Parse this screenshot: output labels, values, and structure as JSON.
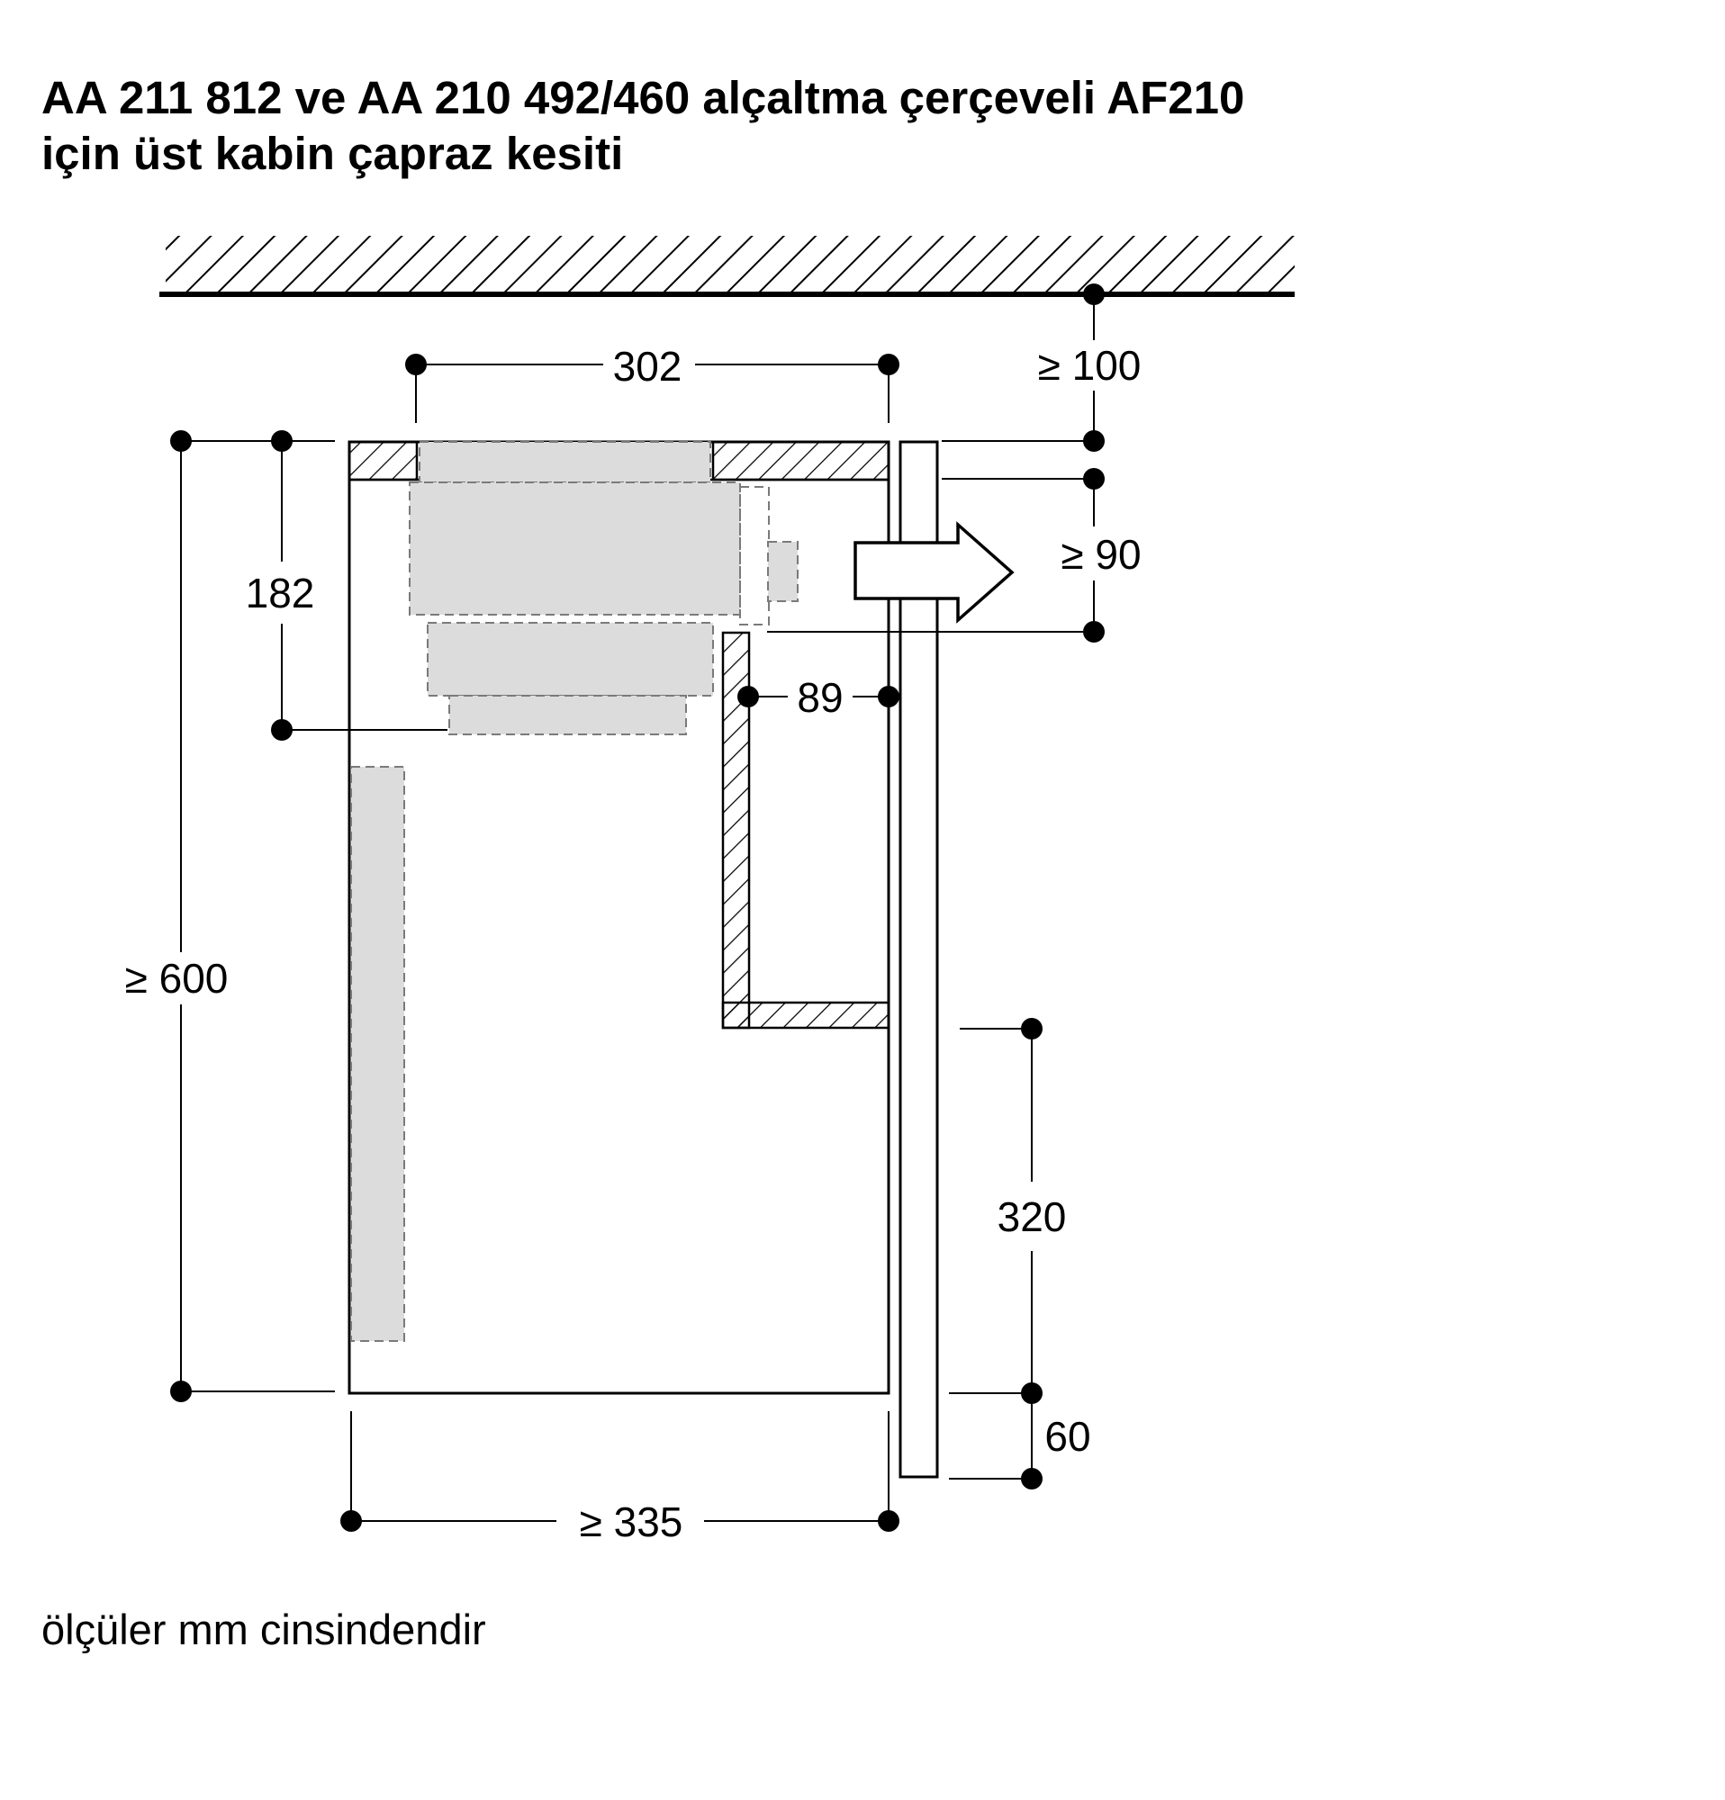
{
  "title": {
    "line1": "AA 211 812 ve AA 210 492/460 alçaltma çerçeveli AF210",
    "line2": "için üst kabin çapraz kesiti"
  },
  "dimensions": {
    "top_width": "302",
    "ceiling_gap": "≥ 100",
    "vent_height": "≥ 90",
    "unit_height": "182",
    "shelf_depth": "89",
    "cabinet_height": "≥ 600",
    "door_lower": "320",
    "door_overhang": "60",
    "cabinet_depth": "≥ 335"
  },
  "footnote": "ölçüler mm cinsindendir",
  "colors": {
    "line": "#000000",
    "component_fill": "#dcdcdc",
    "component_stroke": "#7a7a7a"
  }
}
